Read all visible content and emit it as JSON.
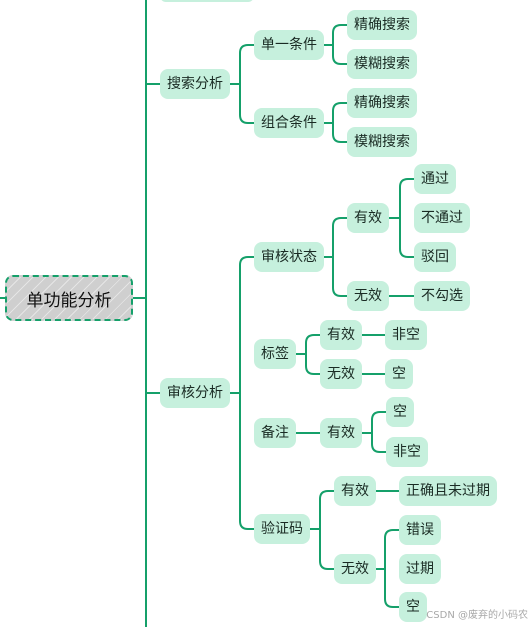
{
  "root": {
    "label": "单功能分析"
  },
  "branches": {
    "search": {
      "label": "搜索分析",
      "single": {
        "label": "单一条件",
        "exact": "精确搜索",
        "fuzzy": "模糊搜索"
      },
      "combo": {
        "label": "组合条件",
        "exact": "精确搜索",
        "fuzzy": "模糊搜索"
      }
    },
    "review": {
      "label": "审核分析",
      "status": {
        "label": "审核状态",
        "valid": {
          "label": "有效",
          "pass": "通过",
          "fail": "不通过",
          "reject": "驳回"
        },
        "invalid": {
          "label": "无效",
          "unchecked": "不勾选"
        }
      },
      "tag": {
        "label": "标签",
        "valid": {
          "label": "有效",
          "nonempty": "非空"
        },
        "invalid": {
          "label": "无效",
          "empty": "空"
        }
      },
      "remark": {
        "label": "备注",
        "valid": {
          "label": "有效",
          "empty": "空",
          "nonempty": "非空"
        }
      },
      "captcha": {
        "label": "验证码",
        "valid": {
          "label": "有效",
          "correct": "正确且未过期"
        },
        "invalid": {
          "label": "无效",
          "wrong": "错误",
          "expired": "过期",
          "empty": "空"
        }
      }
    }
  },
  "watermark": "CSDN @废弃的小码农",
  "colors": {
    "line": "#15a06a",
    "node_fill": "#c6f0dd",
    "root_fill": "#cfcfcf"
  }
}
